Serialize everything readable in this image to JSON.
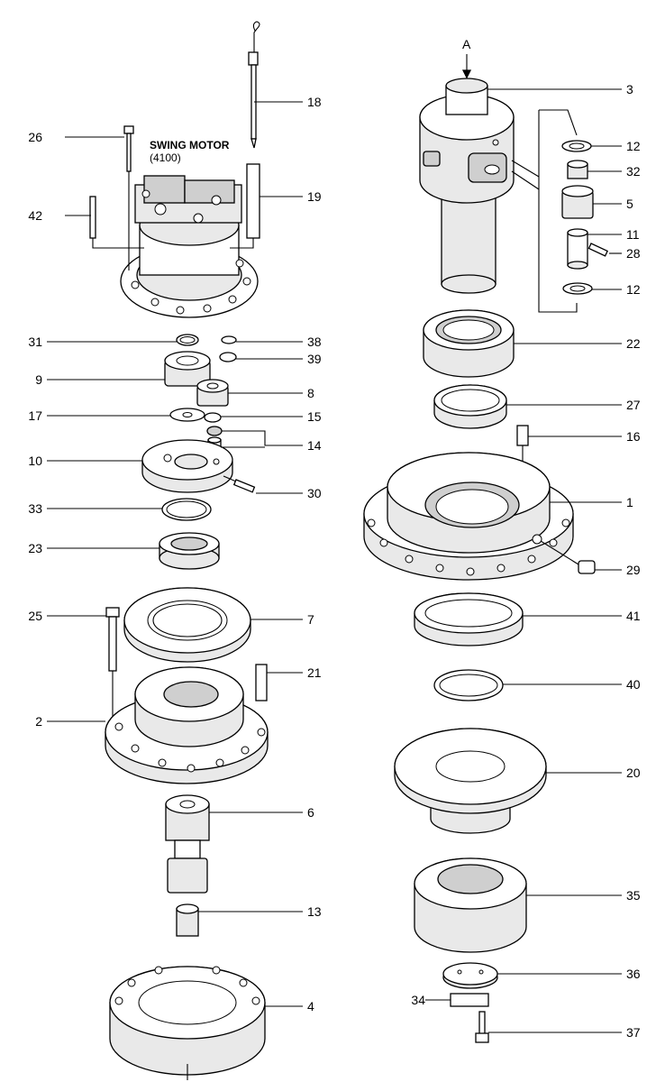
{
  "diagram": {
    "title_line1": "SWING MOTOR",
    "title_line2": "(4100)",
    "view_marker": "A",
    "callouts": {
      "c1": "1",
      "c2": "2",
      "c3": "3",
      "c4": "4",
      "c5": "5",
      "c6": "6",
      "c7": "7",
      "c8": "8",
      "c9": "9",
      "c10": "10",
      "c11": "11",
      "c12a": "12",
      "c12b": "12",
      "c13": "13",
      "c14": "14",
      "c15": "15",
      "c16": "16",
      "c17": "17",
      "c18": "18",
      "c19": "19",
      "c20": "20",
      "c21": "21",
      "c22": "22",
      "c23": "23",
      "c25": "25",
      "c26": "26",
      "c27": "27",
      "c28": "28",
      "c29": "29",
      "c30": "30",
      "c31": "31",
      "c32": "32",
      "c33": "33",
      "c34": "34",
      "c35": "35",
      "c36": "36",
      "c37": "37",
      "c38": "38",
      "c39": "39",
      "c40": "40",
      "c41": "41",
      "c42": "42"
    }
  }
}
